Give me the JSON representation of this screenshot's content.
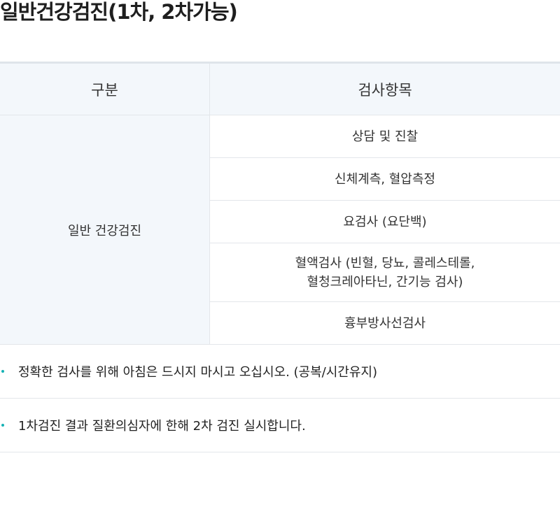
{
  "title": "일반건강검진(1차, 2차가능)",
  "table": {
    "headers": [
      "구분",
      "검사항목"
    ],
    "category": "일반 건강검진",
    "items": [
      "상담 및 진찰",
      "신체계측, 혈압측정",
      "요검사 (요단백)",
      "혈액검사 (빈혈, 당뇨, 콜레스테롤,\n혈청크레아타닌, 간기능 검사)",
      "흉부방사선검사"
    ]
  },
  "notes": [
    "정확한 검사를 위해 아침은 드시지 마시고 오십시오. (공복/시간유지)",
    "1차검진 결과 질환의심자에 한해 2차 검진 실시합니다."
  ],
  "colors": {
    "bullet": "#16b2b5",
    "header_bg": "#f3f7fb",
    "border": "#e3e6ea"
  }
}
